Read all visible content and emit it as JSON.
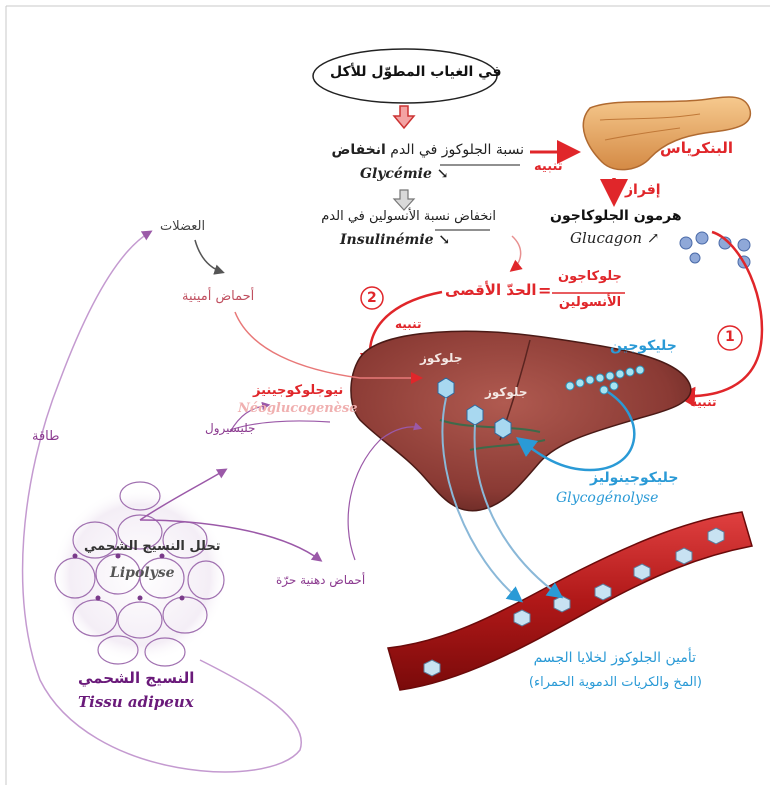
{
  "oval_title": "في الغياب المطوّل للأكل",
  "pancreas_label": "البنكرياس",
  "tanbih": "تنبيه",
  "ifraz": "إفراز",
  "glycemia": {
    "bold": "انخفاض",
    "rest": "نسبة الجلوكوز في الدم",
    "fr": "Glycémie ↘"
  },
  "insulinemia": {
    "ar": "انخفاض نسبة الأنسولين في الدم",
    "fr": "Insulinémie ↘"
  },
  "glucagon": {
    "ar": "هرمون الجلوكاجون",
    "fr": "Glucagon ↗"
  },
  "ratio": {
    "prefix": "الحدّ الأقصى",
    "eq": "=",
    "num": "جلوكاجون",
    "den": "الأنسولين"
  },
  "step1": "1",
  "step2": "2",
  "muscles": "العضلات",
  "amino_acids": "أحماض أمينية",
  "neoglucogenese": {
    "ar": "نيوجلوكوجينيز",
    "fr": "Néoglucogenèse"
  },
  "glycerol": "جليسيرول",
  "energy": "طاقة",
  "lipolysis": {
    "ar": "تحلل النسيج الشحمي",
    "fr": "Lipolyse"
  },
  "free_fatty_acids": "أحماض دهنية حرّة",
  "adipose": {
    "ar": "النسيج الشحمي",
    "fr": "Tissu adipeux"
  },
  "glycogen": "جليكوجين",
  "glucose1": "جلوكوز",
  "glucose2": "جلوكوز",
  "glycogenolysis": {
    "ar": "جليكوجينوليز",
    "fr": "Glycogénolyse"
  },
  "supply": {
    "line1": "تأمين الجلوكوز لخلايا الجسم",
    "line2": "(المخ والكريات الدموية الحمراء)"
  },
  "colors": {
    "red": "#e0262a",
    "purple": "#8b3a8f",
    "blue": "#2a9ad6",
    "dark_purple": "#6a1a7a"
  }
}
